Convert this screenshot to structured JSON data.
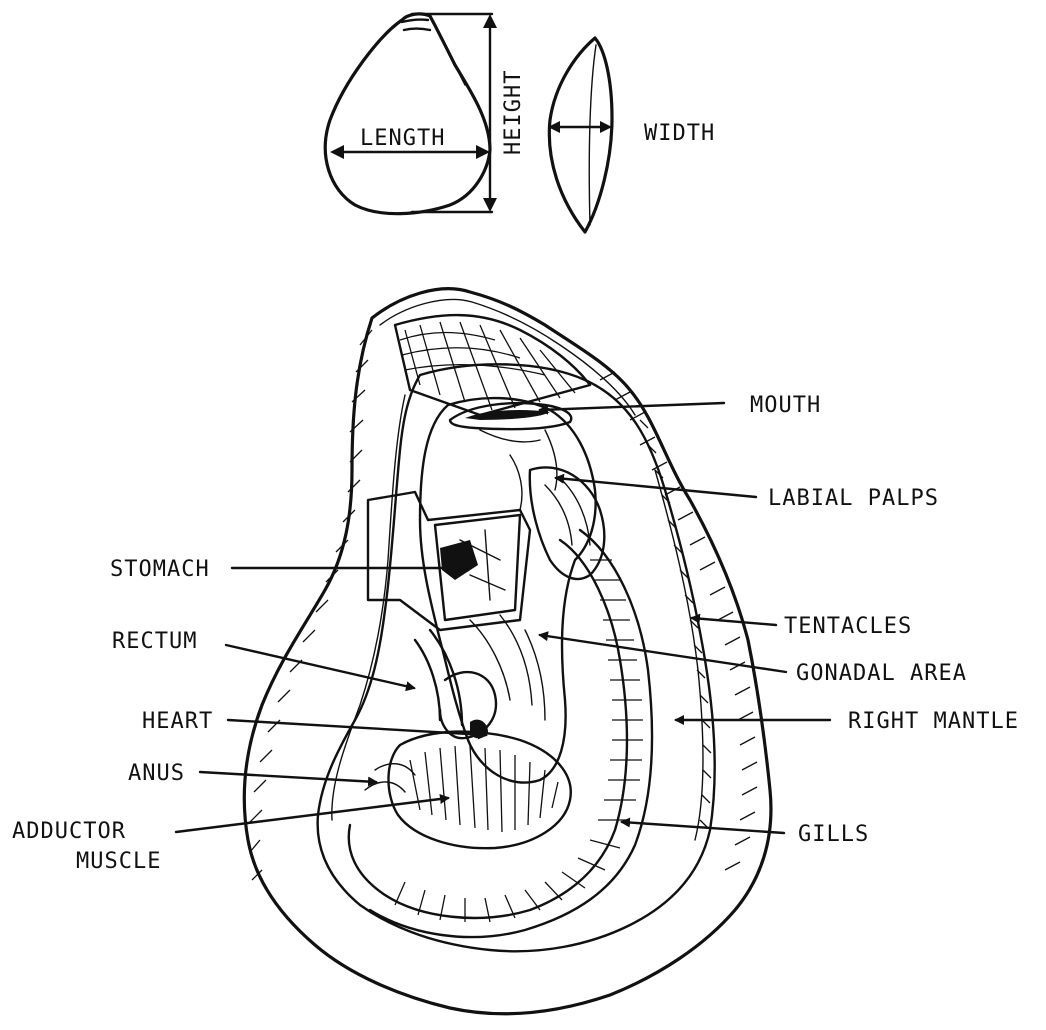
{
  "dimension_labels": {
    "length": "LENGTH",
    "height": "HEIGHT",
    "width": "WIDTH"
  },
  "anatomy_labels": {
    "mouth": "MOUTH",
    "labial_palps": "LABIAL PALPS",
    "stomach": "STOMACH",
    "tentacles": "TENTACLES",
    "rectum": "RECTUM",
    "gonadal_area": "GONADAL AREA",
    "heart": "HEART",
    "right_mantle": "RIGHT MANTLE",
    "anus": "ANUS",
    "adductor_muscle_line1": "ADDUCTOR",
    "adductor_muscle_line2": "MUSCLE",
    "gills": "GILLS"
  },
  "colors": {
    "ink": "#111111",
    "paper": "#ffffff"
  }
}
